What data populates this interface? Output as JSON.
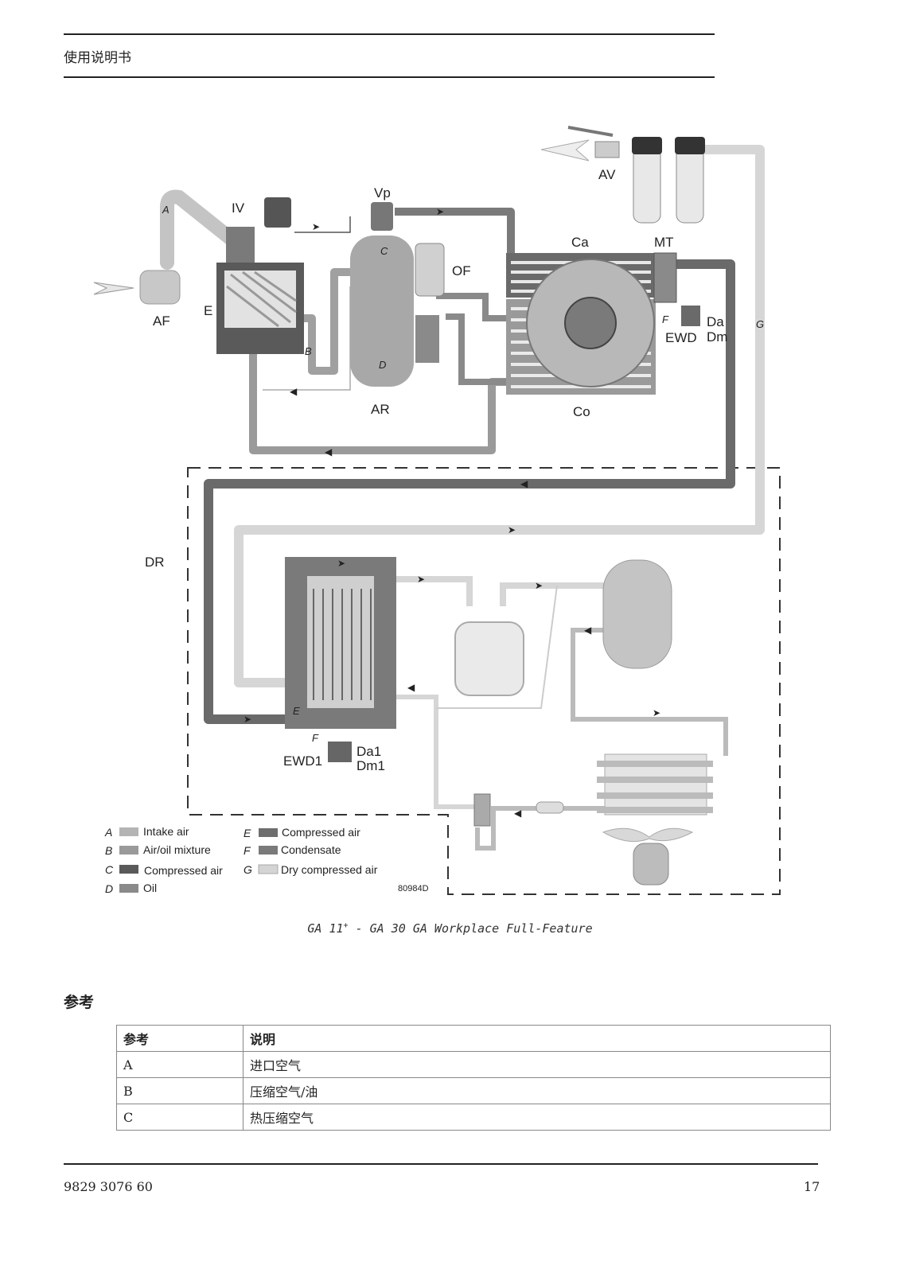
{
  "header": {
    "title": "使用说明书"
  },
  "diagram": {
    "code": "80984D",
    "labels": {
      "AV": "AV",
      "Vp": "Vp",
      "IV": "IV",
      "Ca": "Ca",
      "MT": "MT",
      "OF": "OF",
      "AF": "AF",
      "E": "E",
      "AR": "AR",
      "Co": "Co",
      "Da": "Da",
      "Dm": "Dm",
      "EWD": "EWD",
      "DR": "DR",
      "EWD1": "EWD1",
      "Da1": "Da1",
      "Dm1": "Dm1",
      "A": "A",
      "B": "B",
      "C": "C",
      "D": "D",
      "E2": "E",
      "F": "F",
      "F2": "F",
      "G": "G"
    },
    "legend": [
      {
        "key": "A",
        "label": "Intake air",
        "color": "#b4b4b4"
      },
      {
        "key": "B",
        "label": "Air/oil mixture",
        "color": "#9a9a9a"
      },
      {
        "key": "C",
        "label": "Compressed air",
        "color": "#5a5a5a"
      },
      {
        "key": "D",
        "label": "Oil",
        "color": "#8a8a8a"
      },
      {
        "key": "E",
        "label": "Compressed air",
        "color": "#6e6e6e"
      },
      {
        "key": "F",
        "label": "Condensate",
        "color": "#7a7a7a"
      },
      {
        "key": "G",
        "label": "Dry compressed air",
        "color": "#d4d4d4"
      }
    ]
  },
  "caption": {
    "main": "GA 11",
    "sup": "+",
    "rest": " - GA 30 GA Workplace Full-Feature"
  },
  "section": {
    "title": "参考"
  },
  "table": {
    "headers": [
      "参考",
      "说明"
    ],
    "rows": [
      [
        "A",
        "进口空气"
      ],
      [
        "B",
        "压缩空气/油"
      ],
      [
        "C",
        "热压缩空气"
      ]
    ]
  },
  "footer": {
    "doc_number": "9829 3076 60",
    "page": "17"
  }
}
